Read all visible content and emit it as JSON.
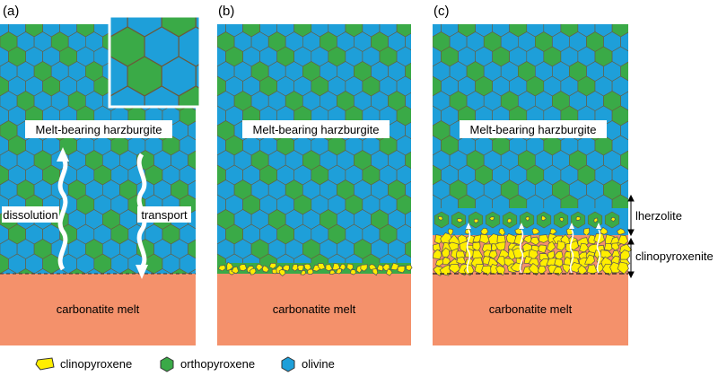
{
  "panels": [
    {
      "letter": "(a)",
      "upper_label": "Melt-bearing harzburgite",
      "lower_label": "carbonatite melt",
      "arrow_labels": {
        "left": "dissolution",
        "right": "transport"
      }
    },
    {
      "letter": "(b)",
      "upper_label": "Melt-bearing harzburgite",
      "lower_label": "carbonatite melt"
    },
    {
      "letter": "(c)",
      "upper_label": "Melt-bearing harzburgite",
      "lower_label": "carbonatite melt",
      "zone_labels": {
        "upper": "lherzolite",
        "lower": "clinopyroxenite"
      }
    }
  ],
  "legend": [
    {
      "label": "clinopyroxene",
      "color": "#ffee00",
      "shape": "irregular-polygon"
    },
    {
      "label": "orthopyroxene",
      "color": "#3aaa47",
      "shape": "hexagon"
    },
    {
      "label": "olivine",
      "color": "#1e9fd9",
      "shape": "hexagon"
    }
  ],
  "colors": {
    "olivine": "#1e9fd9",
    "orthopyroxene": "#3aaa47",
    "clinopyroxene": "#ffee00",
    "melt": "#f4916b",
    "grain_edge": "#6b5a3a"
  }
}
